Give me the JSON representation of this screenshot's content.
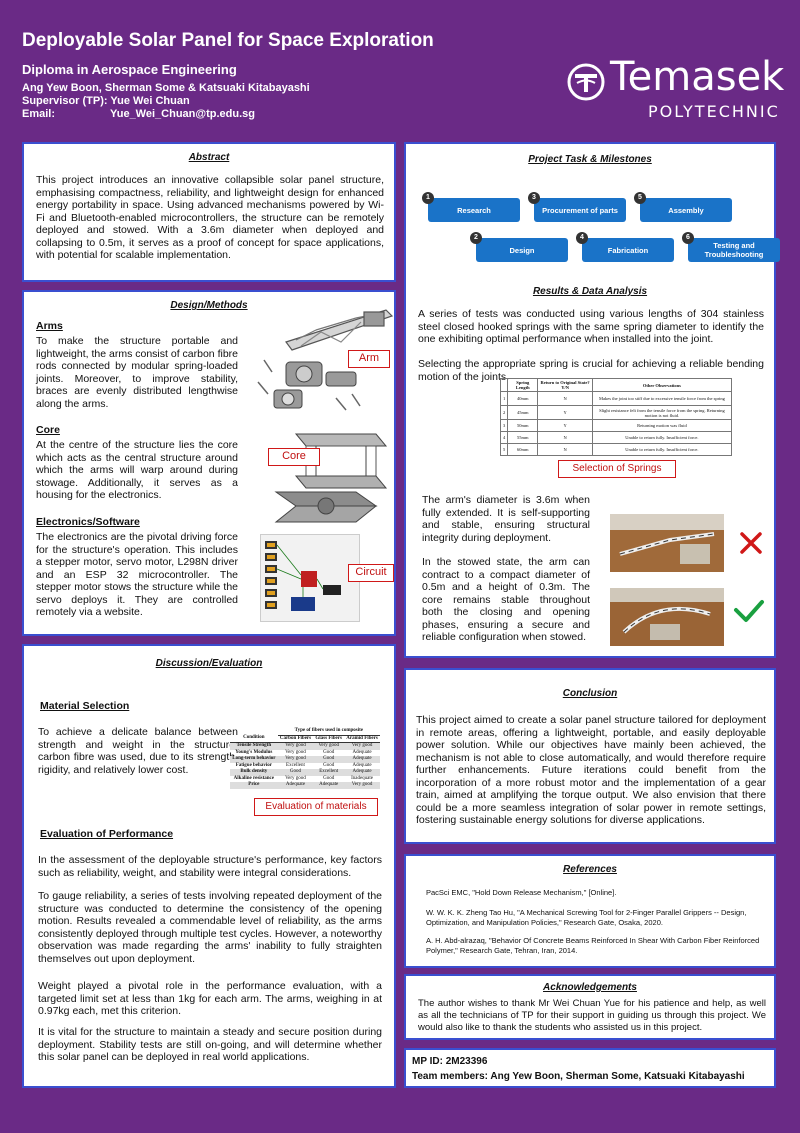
{
  "header": {
    "title": "Deployable Solar Panel for Space Exploration",
    "subtitle": "Diploma in Aerospace Engineering",
    "authors": "Ang Yew Boon, Sherman Some & Katsuaki Kitabayashi",
    "supervisor": "Supervisor (TP): Yue Wei Chuan",
    "email_label": "Email:",
    "email": "Yue_Wei_Chuan@tp.edu.sg"
  },
  "logo": {
    "word": "Temasek",
    "sub": "POLYTECHNIC",
    "mark": "tp-logo-icon"
  },
  "abstract": {
    "title": "Abstract",
    "text": "This project introduces an innovative collapsible solar panel structure, emphasising compactness, reliability, and lightweight design for enhanced energy portability in space.  Using advanced mechanisms powered by Wi-Fi and Bluetooth-enabled microcontrollers, the structure can be remotely deployed and stowed. With a 3.6m diameter when deployed and collapsing to 0.5m, it serves as a proof of concept for space applications, with potential for scalable implementation."
  },
  "design": {
    "title": "Design/Methods",
    "arms_title": "Arms",
    "arms_text": "To make the structure portable and lightweight, the arms consist of carbon fibre rods connected by modular spring-loaded joints. Moreover, to improve stability, braces are evenly distributed lengthwise along the arms.",
    "core_title": "Core",
    "core_text": "At the centre of the structure lies the core which acts as the central structure around which the arms will warp around during stowage. Additionally, it serves as a housing for the electronics.",
    "elec_title": "Electronics/Software",
    "elec_text": "The electronics are the pivotal driving force for the structure's operation. This includes a stepper motor, servo motor, L298N driver and an ESP 32 microcontroller. The stepper motor stows the structure while the servo deploys it. They are controlled remotely via a website.",
    "tag_arm": "Arm",
    "tag_core": "Core",
    "tag_circuit": "Circuit"
  },
  "discussion": {
    "title": "Discussion/Evaluation",
    "material_title": "Material Selection",
    "material_text": "To achieve a delicate balance between strength and weight in the structure, carbon fibre was used, due to its strength, rigidity, and relatively lower cost.",
    "material_tag": "Evaluation of materials",
    "material_table": {
      "caption": "Type of fibers used in composite",
      "headers": [
        "Condition",
        "Carbon Fibers",
        "Glass Fibers",
        "Aramid Fibers"
      ],
      "rows": [
        [
          "Tensile Strength",
          "Very good",
          "Very good",
          "Very good"
        ],
        [
          "Young's Modulus",
          "Very good",
          "Good",
          "Adequate"
        ],
        [
          "Long-term behavior",
          "Very good",
          "Good",
          "Adequate"
        ],
        [
          "Fatigue behavior",
          "Excellent",
          "Good",
          "Adequate"
        ],
        [
          "Bulk density",
          "Good",
          "Excellent",
          "Adequate"
        ],
        [
          "Alkaline resistance",
          "Very good",
          "Good",
          "Inadequate"
        ],
        [
          "Price",
          "Adequate",
          "Adequate",
          "Very good"
        ]
      ]
    },
    "perf_title": "Evaluation of Performance",
    "perf_p1": "In the assessment of the deployable structure's performance, key factors such as reliability, weight, and stability were integral considerations.",
    "perf_p2": "To gauge reliability, a series of tests involving repeated deployment of the structure was conducted to determine the consistency of the opening motion.  Results revealed a commendable level of reliability, as the arms consistently deployed through multiple test cycles. However, a noteworthy observation was made regarding the arms' inability to fully straighten themselves out upon deployment.",
    "perf_p3": "Weight played a pivotal role in the performance evaluation, with a targeted limit set at less than 1kg for each arm. The arms, weighing in at 0.97kg each, met this criterion.",
    "perf_p4": "It is vital for the structure to maintain a steady and secure position during deployment. Stability tests are still on-going, and will determine whether this solar panel can be deployed in real world applications."
  },
  "milestones": {
    "title": "Project Task & Milestones",
    "items": [
      {
        "num": "1",
        "label": "Research"
      },
      {
        "num": "2",
        "label": "Design"
      },
      {
        "num": "3",
        "label": "Procurement of parts"
      },
      {
        "num": "4",
        "label": "Fabrication"
      },
      {
        "num": "5",
        "label": "Assembly"
      },
      {
        "num": "6",
        "label": "Testing and Troubleshooting"
      }
    ]
  },
  "results": {
    "title": "Results & Data Analysis",
    "p1": "A series of tests was conducted using various lengths of 304 stainless steel closed hooked springs with the same spring diameter to identify the one exhibiting optimal performance when installed into the joint.",
    "p2": "Selecting the appropriate spring is crucial for achieving a reliable bending motion of the joints.",
    "spring_tag": "Selection of Springs",
    "spring_table": {
      "headers": [
        "",
        "Spring Length",
        "Return to Original State? Y/N",
        "Other Observations"
      ],
      "rows": [
        [
          "1",
          "40mm",
          "N",
          "Makes the joint too stiff due to excessive tensile force from the spring"
        ],
        [
          "2",
          "45mm",
          "Y",
          "Slight resistance felt from the tensile force from the spring. Returning motion is not fluid."
        ],
        [
          "3",
          "50mm",
          "Y",
          "Returning motion was fluid"
        ],
        [
          "4",
          "55mm",
          "N",
          "Unable to return fully. Insufficient force."
        ],
        [
          "5",
          "60mm",
          "N",
          "Unable to return fully. Insufficient force."
        ]
      ]
    },
    "p3": "The arm's diameter is 3.6m when fully extended. It is self-supporting and stable, ensuring structural integrity during deployment.",
    "p4": "In the stowed state, the arm can contract to a compact diameter of 0.5m and a height of 0.3m. The core remains stable throughout both the closing and opening phases, ensuring a secure and reliable configuration when stowed."
  },
  "conclusion": {
    "title": "Conclusion",
    "text": "This project aimed to create a solar panel structure tailored for deployment in remote areas, offering a lightweight, portable, and easily deployable power solution.  While our objectives have mainly been achieved, the mechanism is not able to close automatically, and would therefore require further enhancements.  Future iterations could benefit from the incorporation of a more robust motor and the implementation of a gear train, aimed at amplifying the torque output. We also envision that there could be a more seamless integration of solar power in remote settings, fostering sustainable energy solutions for diverse applications."
  },
  "references": {
    "title": "References",
    "items": [
      "PacSci EMC, \"Hold Down Release Mechanism,\" [Online].",
      "W. W. K. K. Zheng Tao Hu, \"A Mechanical Screwing Tool for 2-Finger Parallel Grippers -- Design, Optimization, and Manipulation Policies,\" Research Gate, Osaka, 2020.",
      "A. H. Abd-alrazaq, \"Behavior Of Concrete Beams Reinforced In Shear With Carbon Fiber Reinforced Polymer,\" Research Gate, Tehran, Iran, 2014."
    ]
  },
  "acknowledgements": {
    "title": "Acknowledgements",
    "text": "The author wishes to thank Mr Wei Chuan Yue for his patience and help, as well as all the technicians of TP for their support in guiding us through this project.  We would also like to thank the students who assisted us in this project."
  },
  "footer": {
    "mp_id": "MP ID: 2M23396",
    "team": "Team members: Ang Yew Boon, Sherman Some, Katsuaki Kitabayashi"
  },
  "colors": {
    "background": "#6a2a86",
    "panel_border": "#3a4fd0",
    "milestone": "#1a73c8",
    "tag": "#d01818",
    "check": "#1aa040",
    "cross": "#d01818"
  }
}
